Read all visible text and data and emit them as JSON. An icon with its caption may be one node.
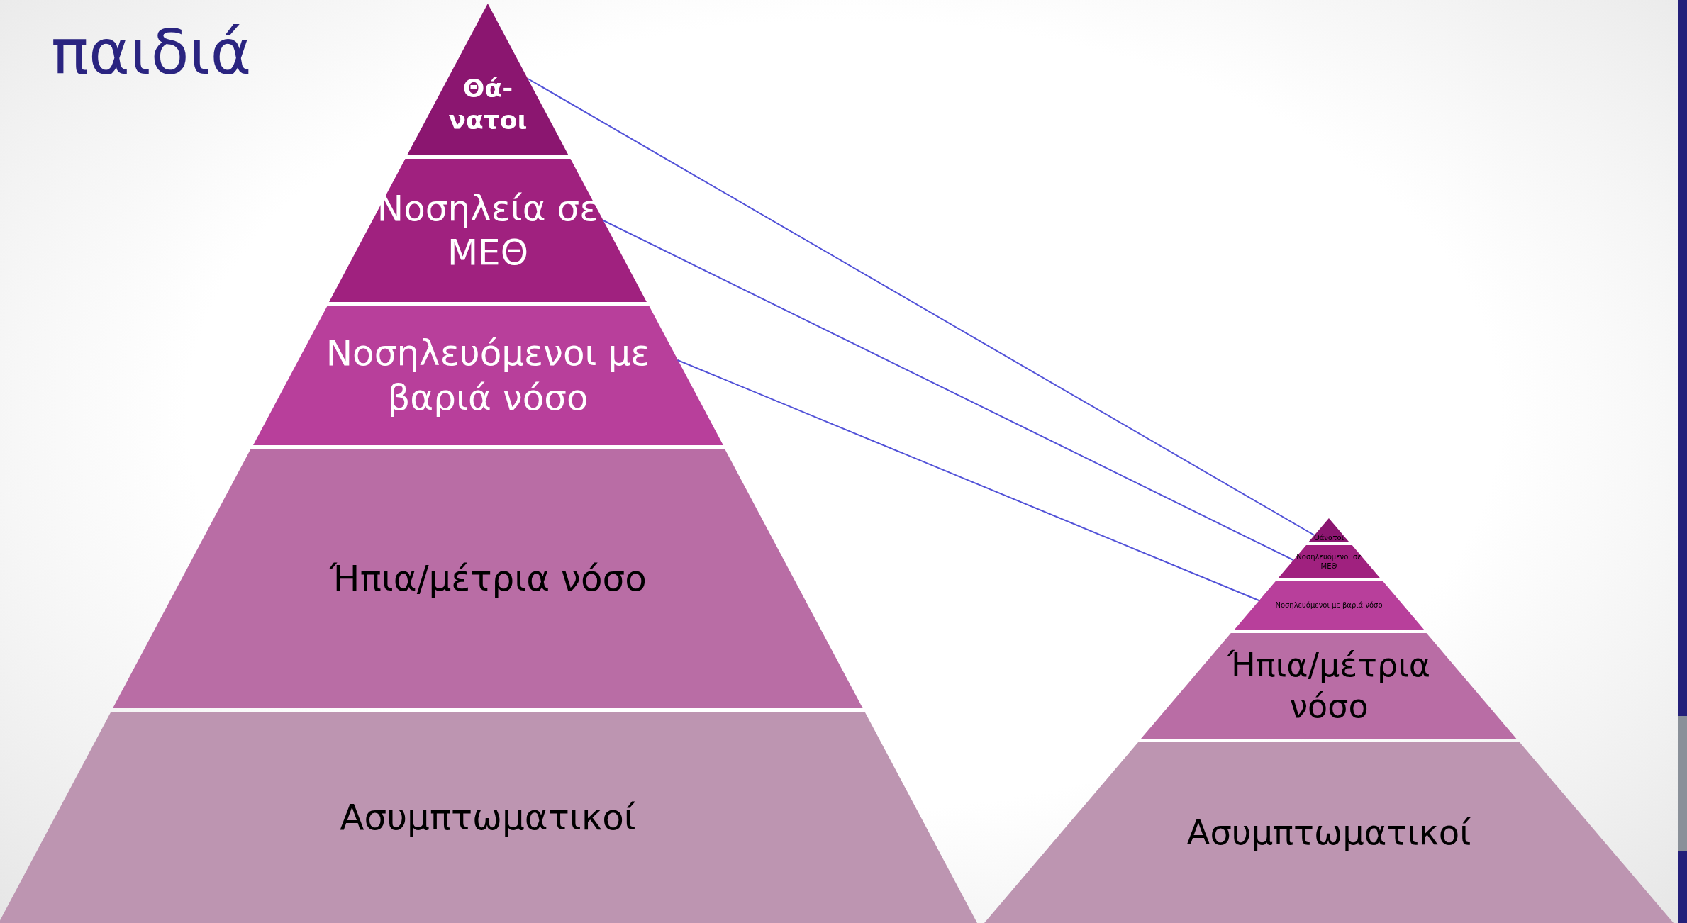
{
  "diagram": {
    "title": "παιδιά",
    "nodes": [
      {
        "text": [
          "Θά- νατοι"
        ]
      },
      {
        "text": [
          "Νοσηλεία σε ΜΕΘ"
        ]
      },
      {
        "text": [
          "Νοσηλευόμενοι με βαριά νόσο"
        ]
      },
      {
        "text": [
          "Ήπια/μέτρια νόσο"
        ]
      },
      {
        "text": [
          "Ασυμπτωματικοί"
        ]
      },
      {
        "text": [
          "Θάνατοι"
        ]
      },
      {
        "text": [
          "Νοσηλευόμενοι σε ΜΕΘ"
        ]
      },
      {
        "text": [
          "Νοσηλευόμενοι με βαριά νόσο"
        ]
      },
      {
        "text": [
          "Ήπια/μέτρια νόσο"
        ]
      },
      {
        "text": [
          "Ασυμπτωματικοί"
        ]
      }
    ],
    "edges": [
      {
        "from": 0,
        "to": 5,
        "arrow": "none"
      },
      {
        "from": 1,
        "to": 6,
        "arrow": "none"
      },
      {
        "from": 2,
        "to": 7,
        "arrow": "none"
      }
    ]
  }
}
